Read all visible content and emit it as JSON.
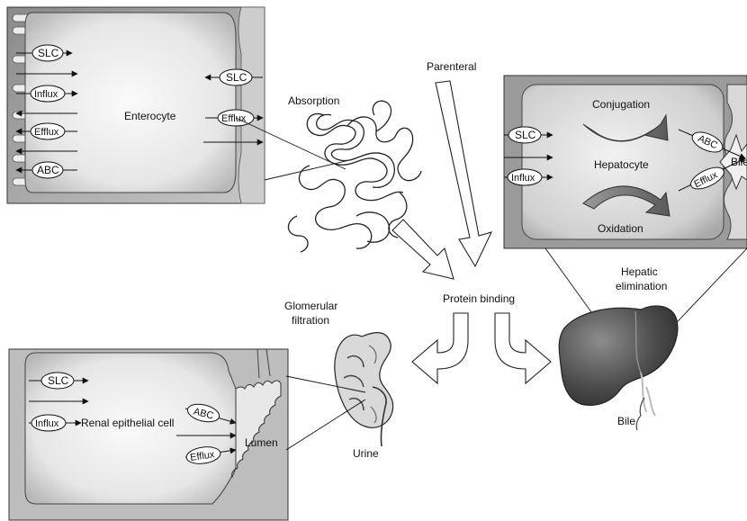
{
  "diagram": {
    "enterocyte_panel": {
      "cell_label": "Enterocyte",
      "left_transporters": [
        "SLC",
        "Influx",
        "Efflux",
        "ABC"
      ],
      "right_transporters": [
        "SLC",
        "Efflux"
      ]
    },
    "absorption_label": "Absorption",
    "parenteral_label": "Parenteral",
    "protein_binding_label": "Protein binding",
    "hepatocyte_panel": {
      "cell_label": "Hepatocyte",
      "conjugation_label": "Conjugation",
      "oxidation_label": "Oxidation",
      "left_transporters": [
        "SLC",
        "Influx"
      ],
      "right_transporters": [
        "ABC",
        "Efflux"
      ],
      "bile_edge_label": "Bile"
    },
    "hepatic_elimination_label": [
      "Hepatic",
      "elimination"
    ],
    "bile_label": "Bile",
    "glomerular_filtration_label": [
      "Glomerular",
      "filtration"
    ],
    "urine_label": "Urine",
    "renal_panel": {
      "cell_label": "Renal epithelial cell",
      "lumen_label": "Lumen",
      "left_transporters": [
        "SLC",
        "Influx"
      ],
      "right_transporters": [
        "ABC",
        "Efflux"
      ]
    }
  }
}
